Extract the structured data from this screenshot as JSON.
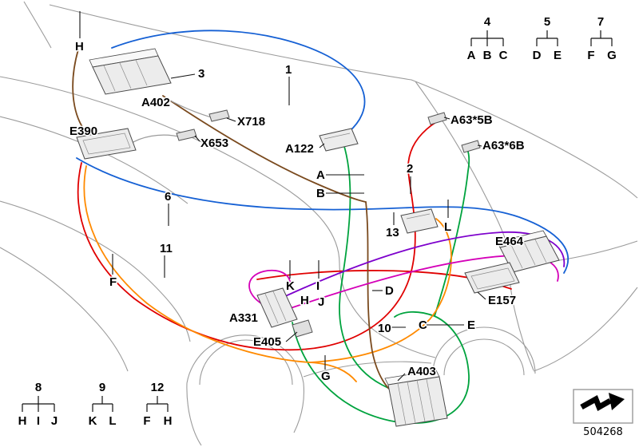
{
  "figure": {
    "part_number": "504268"
  },
  "component_labels": {
    "a402": "A402",
    "e390": "E390",
    "x718": "X718",
    "x653": "X653",
    "a122": "A122",
    "a63_5b": "A63*5B",
    "a63_6b": "A63*6B",
    "e464": "E464",
    "e157": "E157",
    "a331": "A331",
    "e405": "E405",
    "a403": "A403"
  },
  "callouts": {
    "h_top": "H",
    "n1": "1",
    "n2": "2",
    "n3": "3",
    "n6": "6",
    "n10": "10",
    "n11": "11",
    "n13": "13",
    "a": "A",
    "b": "B",
    "c": "C",
    "d": "D",
    "e": "E",
    "f": "F",
    "g": "G",
    "h_mid": "H",
    "i": "I",
    "j": "J",
    "k": "K",
    "l": "L"
  },
  "legend_groups": [
    {
      "number": "4",
      "letters": [
        "A",
        "B",
        "C"
      ]
    },
    {
      "number": "5",
      "letters": [
        "D",
        "E"
      ]
    },
    {
      "number": "7",
      "letters": [
        "F",
        "G"
      ]
    },
    {
      "number": "8",
      "letters": [
        "H",
        "I",
        "J"
      ]
    },
    {
      "number": "9",
      "letters": [
        "K",
        "L"
      ]
    },
    {
      "number": "12",
      "letters": [
        "F",
        "H"
      ]
    }
  ],
  "colors": {
    "blue": "#1560d4",
    "red": "#e00000",
    "green": "#00a33e",
    "orange": "#ff8a00",
    "brown": "#7a4a1e",
    "purple": "#7d00cc",
    "magenta": "#d400b8",
    "outline": "#9b9b9b"
  }
}
